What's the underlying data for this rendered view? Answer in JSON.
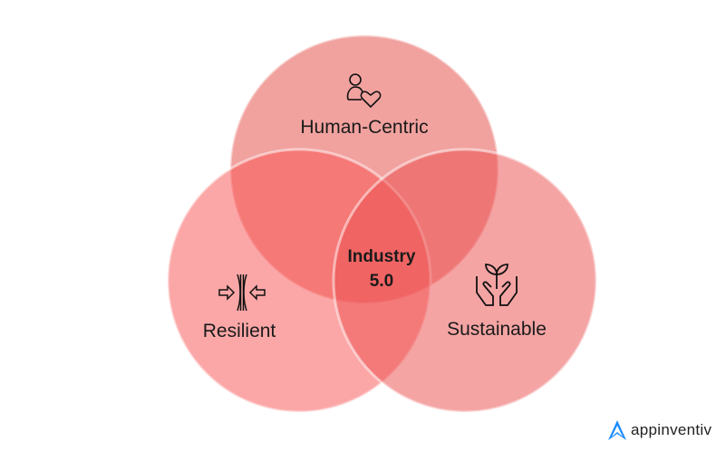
{
  "title": "Industry 5.0",
  "center": {
    "line1": "Industry",
    "line2": "5.0"
  },
  "circles": [
    {
      "label": "Human-Centric",
      "icon": "person-heart-icon"
    },
    {
      "label": "Resilient",
      "icon": "compress-arrows-icon"
    },
    {
      "label": "Sustainable",
      "icon": "hands-plant-icon"
    }
  ],
  "colors": {
    "fill": "#eb5050",
    "stroke": "#ffffff",
    "logo_blue": "#1a8cff"
  },
  "brand": {
    "name": "appinventiv"
  }
}
